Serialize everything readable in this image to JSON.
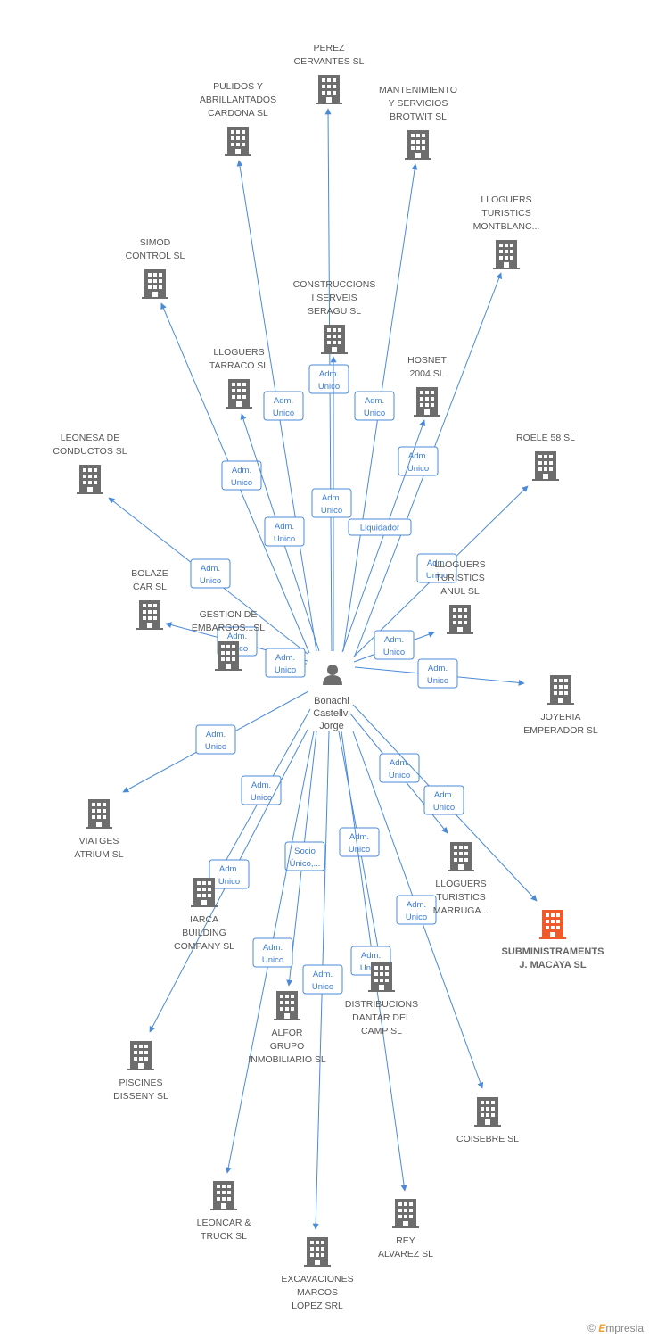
{
  "center": {
    "name": [
      "Bonachi",
      "Castellvi",
      "Jorge"
    ]
  },
  "colors": {
    "edge": "#4a8ad8",
    "building": "#6d6d6d",
    "highlight": "#f05a2a",
    "label": "#555555"
  },
  "nodes": [
    {
      "id": "perez",
      "label": [
        "PEREZ",
        "CERVANTES SL"
      ]
    },
    {
      "id": "pulidos",
      "label": [
        "PULIDOS Y",
        "ABRILLANTADOS",
        "CARDONA SL"
      ]
    },
    {
      "id": "mantenimiento",
      "label": [
        "MANTENIMIENTO",
        "Y SERVICIOS",
        "BROTWIT SL"
      ]
    },
    {
      "id": "lloguers_mont",
      "label": [
        "LLOGUERS",
        "TURISTICS",
        "MONTBLANC..."
      ]
    },
    {
      "id": "simod",
      "label": [
        "SIMOD",
        "CONTROL SL"
      ]
    },
    {
      "id": "construccions",
      "label": [
        "CONSTRUCCIONS",
        "I SERVEIS",
        "SERAGU SL"
      ]
    },
    {
      "id": "lloguers_tarraco",
      "label": [
        "LLOGUERS",
        "TARRACO SL"
      ]
    },
    {
      "id": "hosnet",
      "label": [
        "HOSNET",
        "2004 SL"
      ]
    },
    {
      "id": "leonesa",
      "label": [
        "LEONESA DE",
        "CONDUCTOS SL"
      ]
    },
    {
      "id": "roele",
      "label": [
        "ROELE 58 SL"
      ]
    },
    {
      "id": "bolaze",
      "label": [
        "BOLAZE",
        "CAR SL"
      ]
    },
    {
      "id": "gestion",
      "label": [
        "GESTION DE",
        "EMBARGOS...SL"
      ]
    },
    {
      "id": "lloguers_anul",
      "label": [
        "LLOGUERS",
        "TURISTICS",
        "ANUL SL"
      ]
    },
    {
      "id": "joyeria",
      "label": [
        "JOYERIA",
        "EMPERADOR SL"
      ]
    },
    {
      "id": "viatges",
      "label": [
        "VIATGES",
        "ATRIUM SL"
      ]
    },
    {
      "id": "iarca",
      "label": [
        "IARCA",
        "BUILDING",
        "COMPANY SL"
      ]
    },
    {
      "id": "lloguers_marruga",
      "label": [
        "LLOGUERS",
        "TURISTICS",
        "MARRUGA..."
      ]
    },
    {
      "id": "subministraments",
      "label": [
        "SUBMINISTRAMENTS",
        "J. MACAYA SL"
      ],
      "highlight": true
    },
    {
      "id": "alfor",
      "label": [
        "ALFOR",
        "GRUPO",
        "INMOBILIARIO SL"
      ]
    },
    {
      "id": "distribucions",
      "label": [
        "DISTRIBUCIONS",
        "DANTAR DEL",
        "CAMP SL"
      ]
    },
    {
      "id": "piscines",
      "label": [
        "PISCINES",
        "DISSENY SL"
      ]
    },
    {
      "id": "coisebre",
      "label": [
        "COISEBRE SL"
      ]
    },
    {
      "id": "leoncar",
      "label": [
        "LEONCAR &",
        "TRUCK SL"
      ]
    },
    {
      "id": "rey",
      "label": [
        "REY",
        "ALVAREZ SL"
      ]
    },
    {
      "id": "excavaciones",
      "label": [
        "EXCAVACIONES",
        "MARCOS",
        "LOPEZ SRL"
      ]
    }
  ],
  "edges": [
    {
      "to": "perez",
      "label": [
        "Adm.",
        "Unico"
      ]
    },
    {
      "to": "pulidos",
      "label": [
        "Adm.",
        "Unico"
      ]
    },
    {
      "to": "mantenimiento",
      "label": [
        "Adm.",
        "Unico"
      ]
    },
    {
      "to": "lloguers_mont",
      "label": [
        "Adm.",
        "Unico"
      ]
    },
    {
      "to": "simod",
      "label": [
        "Adm.",
        "Unico"
      ]
    },
    {
      "to": "construccions",
      "label": [
        "Adm.",
        "Unico"
      ]
    },
    {
      "to": "lloguers_tarraco",
      "label": [
        "Adm.",
        "Unico"
      ]
    },
    {
      "to": "hosnet",
      "label": [
        "Liquidador"
      ]
    },
    {
      "to": "leonesa",
      "label": [
        "Adm.",
        "Unico"
      ]
    },
    {
      "to": "roele",
      "label": [
        "Adm.",
        "Unico"
      ]
    },
    {
      "to": "bolaze",
      "label": [
        "Adm.",
        "Unico"
      ]
    },
    {
      "to": "gestion",
      "label": [
        "Adm.",
        "Unico"
      ]
    },
    {
      "to": "lloguers_anul",
      "label": [
        "Adm.",
        "Unico"
      ]
    },
    {
      "to": "joyeria",
      "label": [
        "Adm.",
        "Unico"
      ]
    },
    {
      "to": "viatges",
      "label": [
        "Adm.",
        "Unico"
      ]
    },
    {
      "to": "iarca",
      "label": [
        "Adm.",
        "Unico"
      ]
    },
    {
      "to": "lloguers_marruga",
      "label": [
        "Adm.",
        "Unico"
      ]
    },
    {
      "to": "subministraments",
      "label": [
        "Adm.",
        "Unico"
      ]
    },
    {
      "to": "alfor",
      "label": [
        "Socio",
        "Único,..."
      ]
    },
    {
      "to": "distribucions",
      "label": [
        "Adm.",
        "Unico"
      ]
    },
    {
      "to": "piscines",
      "label": [
        "Adm.",
        "Unico"
      ]
    },
    {
      "to": "coisebre",
      "label": [
        "Adm.",
        "Unico"
      ]
    },
    {
      "to": "leoncar",
      "label": [
        "Adm.",
        "Unico"
      ]
    },
    {
      "to": "rey",
      "label": [
        "Adm.",
        "Unico"
      ]
    },
    {
      "to": "excavaciones",
      "label": [
        "Adm.",
        "Unico"
      ]
    }
  ],
  "brand": {
    "copyright": "©",
    "name_first": "E",
    "name_rest": "mpresia"
  }
}
